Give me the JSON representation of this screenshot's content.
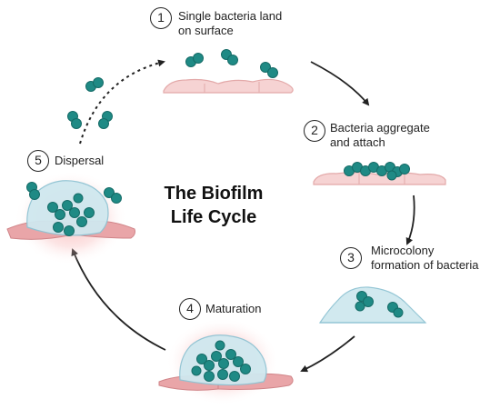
{
  "title_line1": "The Biofilm",
  "title_line2": "Life Cycle",
  "steps": [
    {
      "num": "1",
      "line1": "Single bacteria land",
      "line2": "on surface"
    },
    {
      "num": "2",
      "line1": "Bacteria aggregate",
      "line2": "and attach"
    },
    {
      "num": "3",
      "line1": "Microcolony",
      "line2": "formation of bacteria"
    },
    {
      "num": "4",
      "line1": "Maturation"
    },
    {
      "num": "5",
      "line1": "Dispersal"
    }
  ],
  "colors": {
    "bacteria": "#1f8a85",
    "bacteria_dark": "#156b67",
    "cell_fill": "#f6d3d3",
    "cell_stroke": "#e3a9a9",
    "matrix_fill": "#cfe8ef",
    "matrix_stroke": "#8fc3d3",
    "glow": "#f5a0a0",
    "arrow": "#222222"
  }
}
